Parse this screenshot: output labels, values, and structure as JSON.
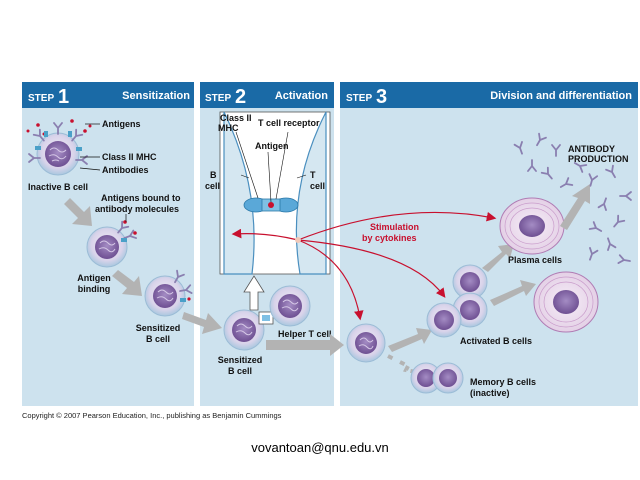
{
  "steps": [
    {
      "word": "STEP",
      "number": "1",
      "title": "Sensitization"
    },
    {
      "word": "STEP",
      "number": "2",
      "title": "Activation"
    },
    {
      "word": "STEP",
      "number": "3",
      "title": "Division and differentiation"
    }
  ],
  "step1": {
    "antigens": "Antigens",
    "class2_mhc": "Class II MHC",
    "antibodies": "Antibodies",
    "inactive_b_cell": "Inactive B cell",
    "antigens_bound_1": "Antigens bound to",
    "antigens_bound_2": "antibody molecules",
    "antigen_binding_1": "Antigen",
    "antigen_binding_2": "binding",
    "sensitized_1": "Sensitized",
    "sensitized_2": "B cell"
  },
  "step2": {
    "class2_1": "Class II",
    "class2_2": "MHC",
    "tcr": "T cell receptor",
    "antigen": "Antigen",
    "b_cell_1": "B",
    "b_cell_2": "cell",
    "t_cell_1": "T",
    "t_cell_2": "cell",
    "helper_t": "Helper T cell",
    "sensitized_1": "Sensitized",
    "sensitized_2": "B cell"
  },
  "step3": {
    "antibody_1": "ANTIBODY",
    "antibody_2": "PRODUCTION",
    "stimulation_1": "Stimulation",
    "stimulation_2": "by cytokines",
    "plasma": "Plasma cells",
    "activated": "Activated B cells",
    "memory_1": "Memory B cells",
    "memory_2": "(inactive)"
  },
  "copyright": "Copyright © 2007 Pearson Education, Inc., publishing as Benjamin Cummings",
  "email": "vovantoan@qnu.edu.vn",
  "colors": {
    "panel": "#cde2ee",
    "header": "#1a6aa6",
    "arrow_gray": "#b3b3b3",
    "cytokine_red": "#c8102e",
    "cell_purple": "#8a6fa8",
    "antibody": "#8a7fb0"
  }
}
